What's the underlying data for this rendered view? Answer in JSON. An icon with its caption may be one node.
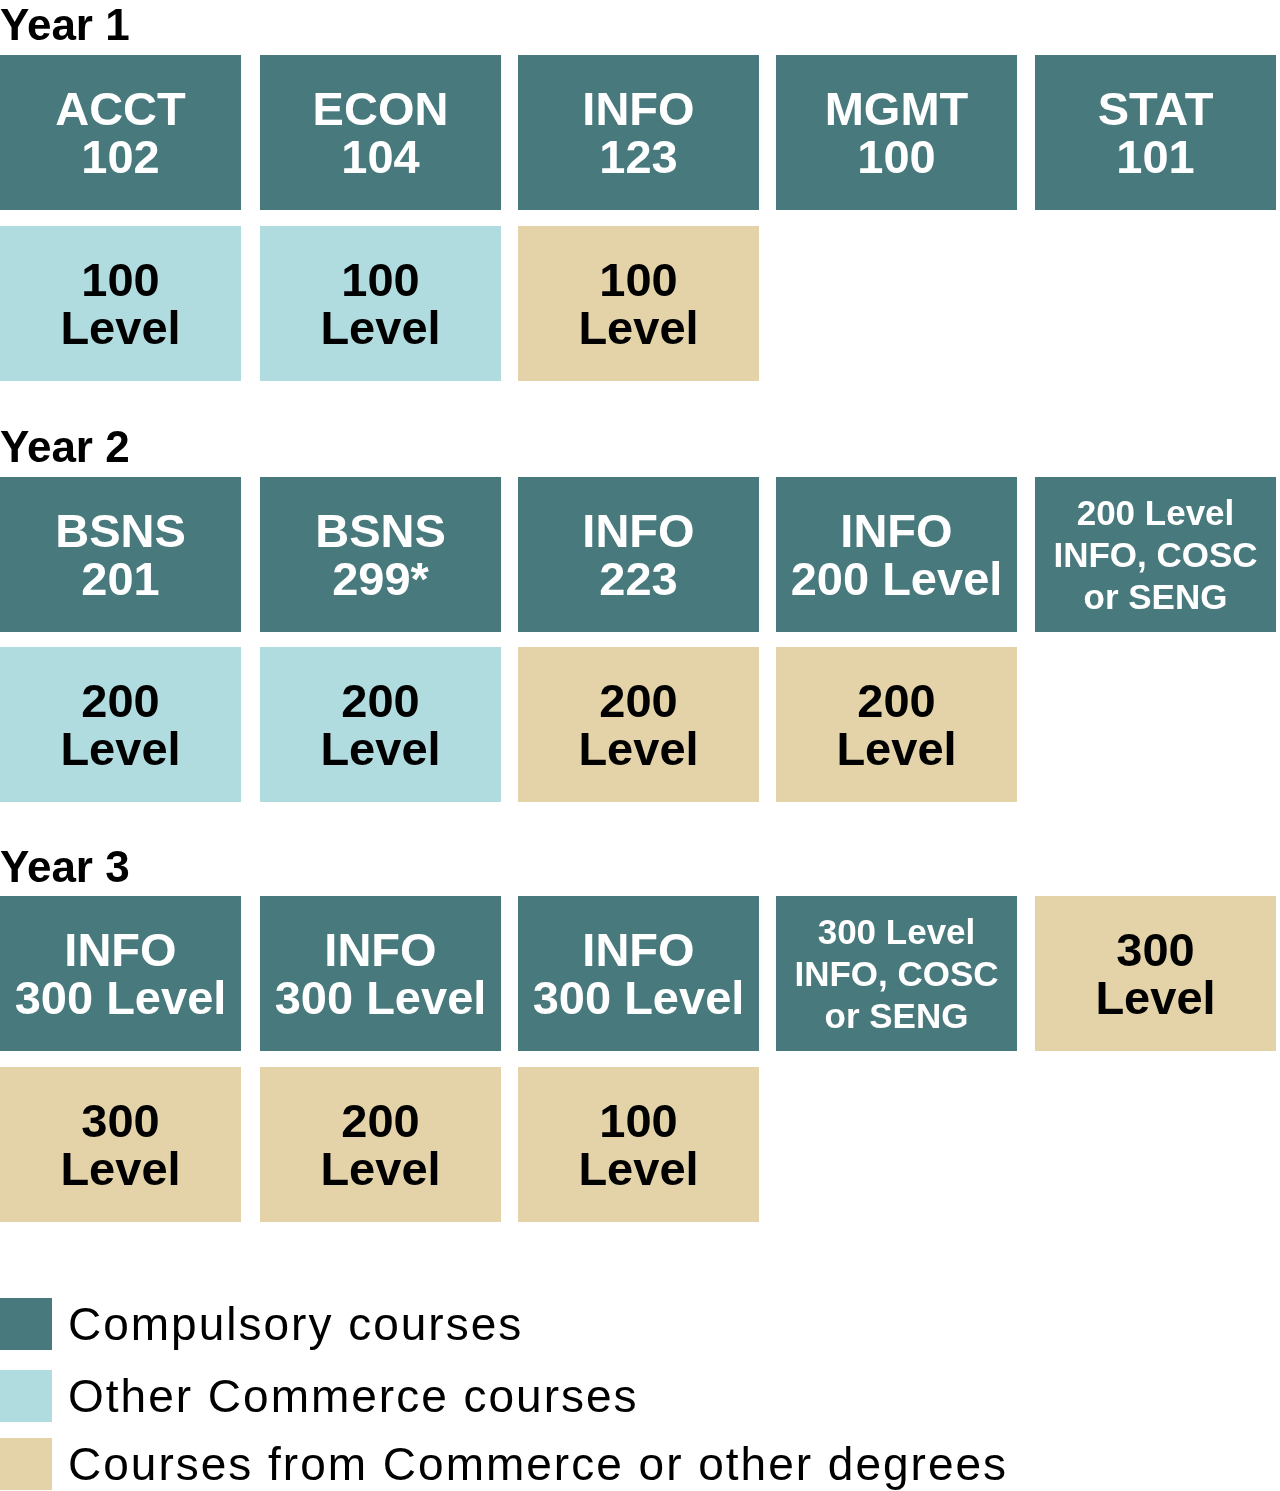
{
  "diagram": {
    "nodes": [
      {
        "text": [
          "ACCT 102"
        ]
      },
      {
        "text": [
          "ECON 104"
        ]
      },
      {
        "text": [
          "INFO 123"
        ]
      },
      {
        "text": [
          "MGMT 100"
        ]
      },
      {
        "text": [
          "STAT 101"
        ]
      },
      {
        "text": [
          "100 Level"
        ]
      },
      {
        "text": [
          "100 Level"
        ]
      },
      {
        "text": [
          "100 Level"
        ]
      },
      {
        "text": [
          "BSNS 201"
        ]
      },
      {
        "text": [
          "BSNS 299*"
        ]
      },
      {
        "text": [
          "INFO 223"
        ]
      },
      {
        "text": [
          "INFO 200 Level"
        ]
      },
      {
        "text": [
          "200 Level INFO, COSC or SENG"
        ]
      },
      {
        "text": [
          "200 Level"
        ]
      },
      {
        "text": [
          "200 Level"
        ]
      },
      {
        "text": [
          "200 Level"
        ]
      },
      {
        "text": [
          "200 Level"
        ]
      },
      {
        "text": [
          "INFO 300 Level"
        ]
      },
      {
        "text": [
          "INFO 300 Level"
        ]
      },
      {
        "text": [
          "INFO 300 Level"
        ]
      },
      {
        "text": [
          "300 Level INFO, COSC or SENG"
        ]
      },
      {
        "text": [
          "300 Level"
        ]
      },
      {
        "text": [
          "300 Level"
        ]
      },
      {
        "text": [
          "200 Level"
        ]
      },
      {
        "text": [
          "100 Level"
        ]
      }
    ],
    "labels": [
      "Year 1",
      "Year 2",
      "Year 3"
    ],
    "legend": [
      {
        "text": "Compulsory courses",
        "color": "#48797c"
      },
      {
        "text": "Other Commerce courses",
        "color": "#b0dce0"
      },
      {
        "text": "Courses from Commerce or other degrees",
        "color": "#e4d3a8"
      }
    ]
  }
}
